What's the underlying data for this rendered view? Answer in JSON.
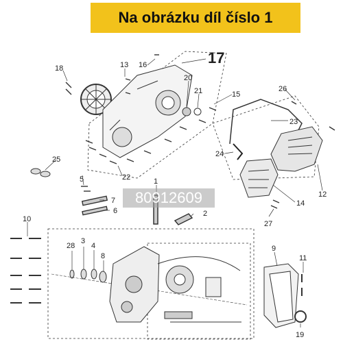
{
  "banner": {
    "text": "Na obrázku díl číslo 1"
  },
  "watermark": {
    "text": "80912609"
  },
  "callouts": [
    {
      "id": "c17",
      "label": "17"
    },
    {
      "id": "c13",
      "label": "13"
    },
    {
      "id": "c16",
      "label": "16"
    },
    {
      "id": "c18",
      "label": "18"
    },
    {
      "id": "c20",
      "label": "20"
    },
    {
      "id": "c21",
      "label": "21"
    },
    {
      "id": "c15",
      "label": "15"
    },
    {
      "id": "c26",
      "label": "26"
    },
    {
      "id": "c23",
      "label": "23"
    },
    {
      "id": "c24",
      "label": "24"
    },
    {
      "id": "c25",
      "label": "25"
    },
    {
      "id": "c22",
      "label": "22"
    },
    {
      "id": "c12",
      "label": "12"
    },
    {
      "id": "c14",
      "label": "14"
    },
    {
      "id": "c27",
      "label": "27"
    },
    {
      "id": "c5",
      "label": "5"
    },
    {
      "id": "c7",
      "label": "7"
    },
    {
      "id": "c6",
      "label": "6"
    },
    {
      "id": "c1",
      "label": "1"
    },
    {
      "id": "c2",
      "label": "2"
    },
    {
      "id": "c10",
      "label": "10"
    },
    {
      "id": "c28",
      "label": "28"
    },
    {
      "id": "c3",
      "label": "3"
    },
    {
      "id": "c4",
      "label": "4"
    },
    {
      "id": "c8",
      "label": "8"
    },
    {
      "id": "c9",
      "label": "9"
    },
    {
      "id": "c11",
      "label": "11"
    },
    {
      "id": "c19",
      "label": "19"
    }
  ]
}
